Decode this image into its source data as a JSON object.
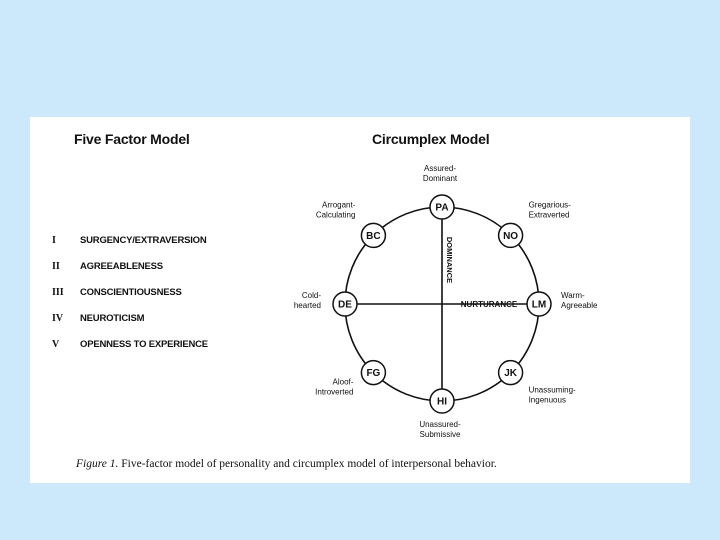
{
  "five_factor": {
    "title": "Five Factor Model",
    "factors": [
      {
        "num": "I",
        "name": "SURGENCY/EXTRAVERSION"
      },
      {
        "num": "II",
        "name": "AGREEABLENESS"
      },
      {
        "num": "III",
        "name": "CONSCIENTIOUSNESS"
      },
      {
        "num": "IV",
        "name": "NEUROTICISM"
      },
      {
        "num": "V",
        "name": "OPENNESS TO EXPERIENCE"
      }
    ]
  },
  "circumplex": {
    "title": "Circumplex Model",
    "axis_vertical": "DOMINANCE",
    "axis_horizontal": "NURTURANCE",
    "octants": [
      {
        "code": "PA",
        "desc": [
          "Assured-",
          "Dominant"
        ]
      },
      {
        "code": "NO",
        "desc": [
          "Gregarious-",
          "Extraverted"
        ]
      },
      {
        "code": "LM",
        "desc": [
          "Warm-",
          "Agreeable"
        ]
      },
      {
        "code": "JK",
        "desc": [
          "Unassuming-",
          "Ingenuous"
        ]
      },
      {
        "code": "HI",
        "desc": [
          "Unassured-",
          "Submissive"
        ]
      },
      {
        "code": "FG",
        "desc": [
          "Aloof-",
          "Introverted"
        ]
      },
      {
        "code": "DE",
        "desc": [
          "Cold-",
          "hearted"
        ]
      },
      {
        "code": "BC",
        "desc": [
          "Arrogant-",
          "Calculating"
        ]
      }
    ]
  },
  "caption": {
    "label": "Figure 1.",
    "text": "Five-factor model of personality and circumplex model of interpersonal behavior."
  },
  "colors": {
    "page_background": "#cce8fb",
    "figure_background": "#ffffff",
    "ink": "#111111"
  }
}
